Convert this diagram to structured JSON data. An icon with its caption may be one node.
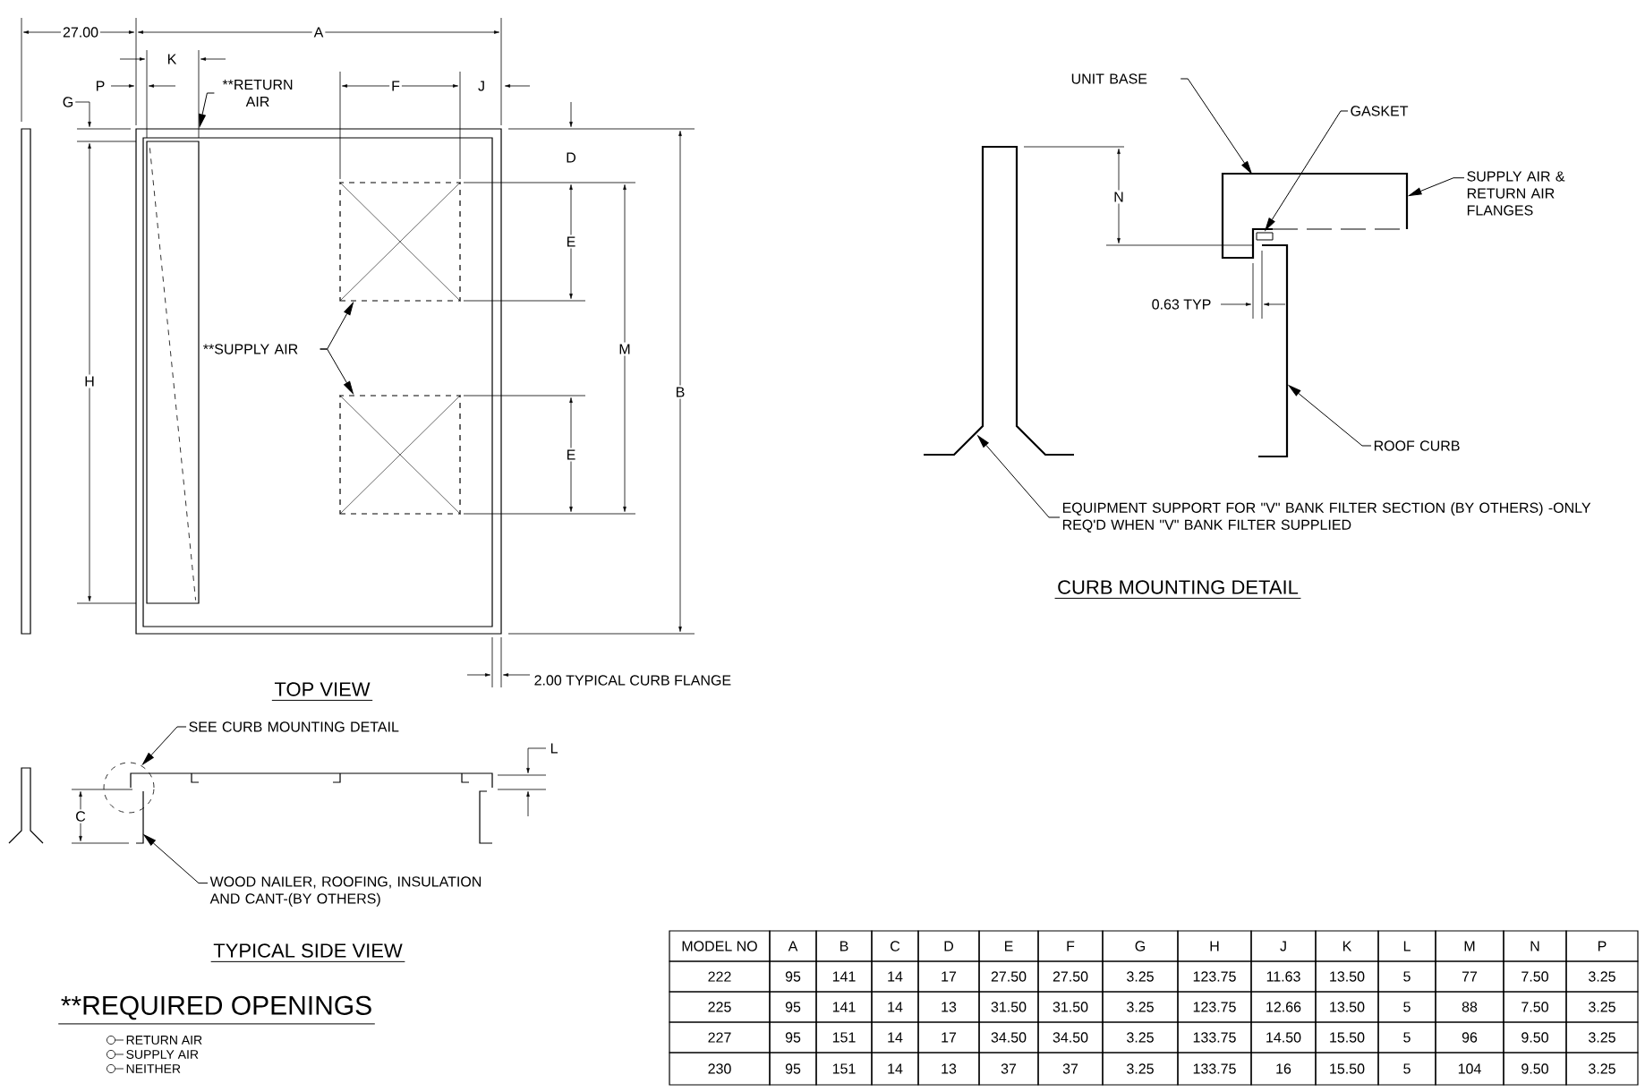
{
  "diagram": {
    "nodes": [
      {
        "text": [
          "**RETURN AIR"
        ]
      },
      {
        "text": [],
        "shape": "box"
      },
      {
        "text": [
          "**SUPPLY AIR"
        ]
      },
      {
        "text": [],
        "shape": "box"
      },
      {
        "text": [],
        "shape": "box"
      },
      {
        "text": [
          "UNIT BASE"
        ]
      },
      {
        "text": [
          "GASKET"
        ]
      },
      {
        "text": [
          "SUPPLY AIR & RETURN AIR FLANGES"
        ]
      },
      {
        "text": [
          "ROOF CURB"
        ]
      },
      {
        "text": [
          "EQUIPMENT SUPPORT FOR \"V\" BANK FILTER SECTION (BY OTHERS) -ONLY REQ'D WHEN \"V\" BANK FILTER SUPPLIED"
        ]
      },
      {
        "text": [
          "SEE CURB MOUNTING DETAIL"
        ]
      },
      {
        "text": [],
        "shape": "circle"
      },
      {
        "text": [
          "WOOD NAILER, ROOFING, INSULATION AND CANT-(BY OTHERS)"
        ]
      },
      {
        "text": [],
        "shape": "box"
      },
      {
        "text": [],
        "shape": "box",
        "in": 13
      },
      {
        "text": [],
        "shape": "bar"
      },
      {
        "text": [],
        "shape": "bar"
      },
      {
        "text": [],
        "shape": "bar"
      }
    ],
    "edges": [
      {
        "from": 0,
        "to": 1,
        "arrow": "to"
      },
      {
        "from": 2,
        "to": 3,
        "arrow": "to"
      },
      {
        "from": 2,
        "to": 4,
        "arrow": "to"
      },
      {
        "from": 5,
        "to": 13,
        "arrow": "to"
      },
      {
        "from": 6,
        "to": 14,
        "arrow": "to"
      },
      {
        "from": 7,
        "to": 13,
        "arrow": "to"
      },
      {
        "from": 8,
        "to": 15,
        "arrow": "to"
      },
      {
        "from": 9,
        "to": 16,
        "arrow": "to"
      },
      {
        "from": 10,
        "to": 11,
        "arrow": "to"
      },
      {
        "from": 12,
        "to": 17,
        "arrow": "to"
      }
    ],
    "labels": [
      "27.00",
      "A",
      "K",
      "P",
      "F",
      "J",
      "G",
      "D",
      "E",
      "M",
      "H",
      "B",
      "E",
      "2.00 TYPICAL CURB FLANGE",
      "TOP VIEW",
      "N",
      "0.63 TYP",
      "CURB MOUNTING DETAIL",
      "L",
      "C",
      "TYPICAL SIDE VIEW",
      "**REQUIRED OPENINGS",
      "MODEL NO",
      "A",
      "B",
      "C",
      "D",
      "E",
      "F",
      "G",
      "H",
      "J",
      "K",
      "L",
      "M",
      "N",
      "P",
      "222",
      "95",
      "141",
      "14",
      "17",
      "27.50",
      "27.50",
      "3.25",
      "123.75",
      "11.63",
      "13.50",
      "5",
      "77",
      "7.50",
      "3.25",
      "225",
      "95",
      "141",
      "14",
      "13",
      "31.50",
      "31.50",
      "3.25",
      "123.75",
      "12.66",
      "13.50",
      "5",
      "88",
      "7.50",
      "3.25",
      "227",
      "95",
      "151",
      "14",
      "17",
      "34.50",
      "34.50",
      "3.25",
      "133.75",
      "14.50",
      "15.50",
      "5",
      "96",
      "9.50",
      "3.25",
      "230",
      "95",
      "151",
      "14",
      "13",
      "37",
      "37",
      "3.25",
      "133.75",
      "16",
      "15.50",
      "5",
      "104",
      "9.50",
      "3.25"
    ],
    "legend": [
      {
        "text": "RETURN AIR"
      },
      {
        "text": "SUPPLY AIR"
      },
      {
        "text": "NEITHER"
      }
    ]
  }
}
